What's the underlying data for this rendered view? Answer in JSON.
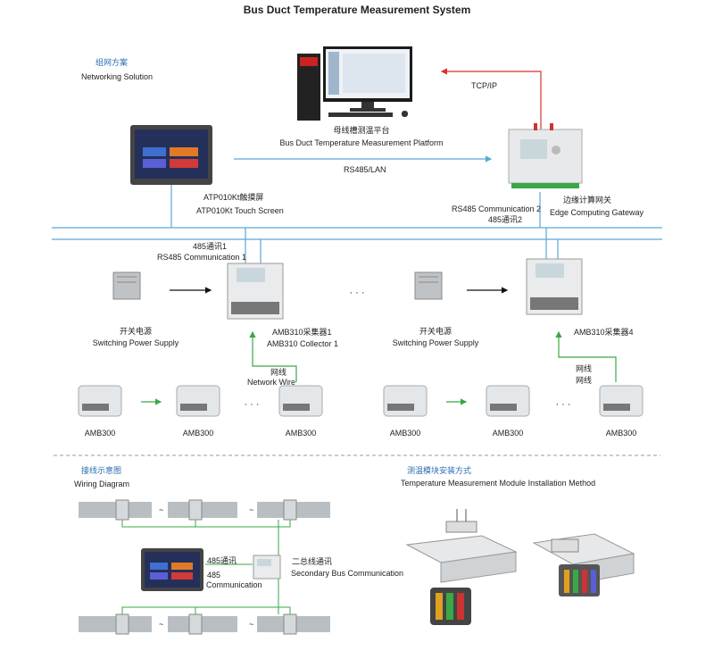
{
  "title": "Bus Duct Temperature Measurement System",
  "section_networking": {
    "cn": "组网方案",
    "en": "Networking Solution"
  },
  "platform": {
    "cn": "母线槽测温平台",
    "en": "Bus Duct Temperature Measurement Platform"
  },
  "tcpip": "TCP/IP",
  "rs485_lan": "RS485/LAN",
  "touch_screen": {
    "cn": "ATP010Kt触摸屏",
    "en": "ATP010Kt Touch Screen"
  },
  "gateway": {
    "en_comm": "RS485 Communication 2",
    "cn_comm": "485通讯2",
    "cn": "边缘计算网关",
    "en": "Edge Computing Gateway"
  },
  "rs485_comm1": {
    "cn": "485通讯1",
    "en": "RS485 Communication 1"
  },
  "power_supply": {
    "cn": "开关电源",
    "en": "Switching Power Supply"
  },
  "collector1": {
    "cn": "AMB310采集器1",
    "en": "AMB310 Collector 1"
  },
  "collector4": {
    "cn": "AMB310采集器4"
  },
  "network_wire": {
    "cn": "网线",
    "en": "Network Wire"
  },
  "network_wire_right": [
    "网线",
    "网线"
  ],
  "ellipsis": "· · ·",
  "sensor_label": "AMB300",
  "wiring": {
    "cn": "接线示意图",
    "en": "Wiring Diagram"
  },
  "install": {
    "cn": "测温模块安装方式",
    "en": "Temperature Measurement Module Installation Method"
  },
  "comm485": {
    "cn": "485通讯",
    "en1": "485",
    "en2": "Communication"
  },
  "secondary_bus": {
    "cn": "二总线通讯",
    "en": "Secondary Bus Communication"
  },
  "tilde": "~",
  "colors": {
    "blue_line": "#5aa7d6",
    "red_arrow": "#d8322d",
    "green_line": "#3aa845",
    "chinese_text": "#2a6fb0"
  }
}
